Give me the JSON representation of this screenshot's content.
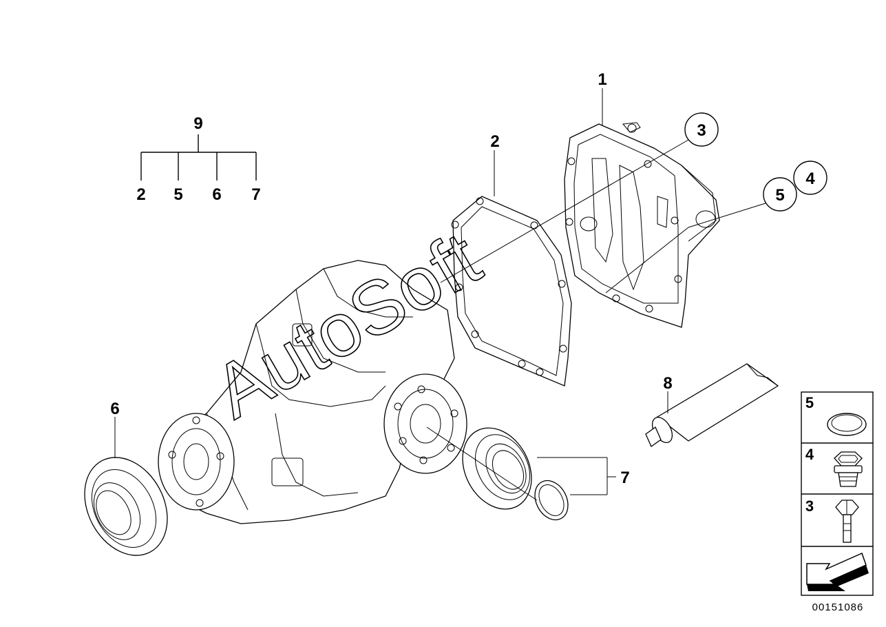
{
  "watermark": "AutoSoft",
  "document_id": "00151086",
  "callouts": {
    "c1": "1",
    "c2": "2",
    "c3": "3",
    "c4": "4",
    "c5": "5",
    "c6": "6",
    "c7": "7",
    "c8": "8",
    "c9": "9"
  },
  "set_tree": {
    "parent": "9",
    "children": [
      "2",
      "5",
      "6",
      "7"
    ]
  },
  "legend": {
    "rows": [
      {
        "number": "5",
        "icon": "seal-ring-icon"
      },
      {
        "number": "4",
        "icon": "oil-plug-icon"
      },
      {
        "number": "3",
        "icon": "hex-bolt-icon"
      }
    ],
    "last_row_icon": "arrow-icon"
  }
}
